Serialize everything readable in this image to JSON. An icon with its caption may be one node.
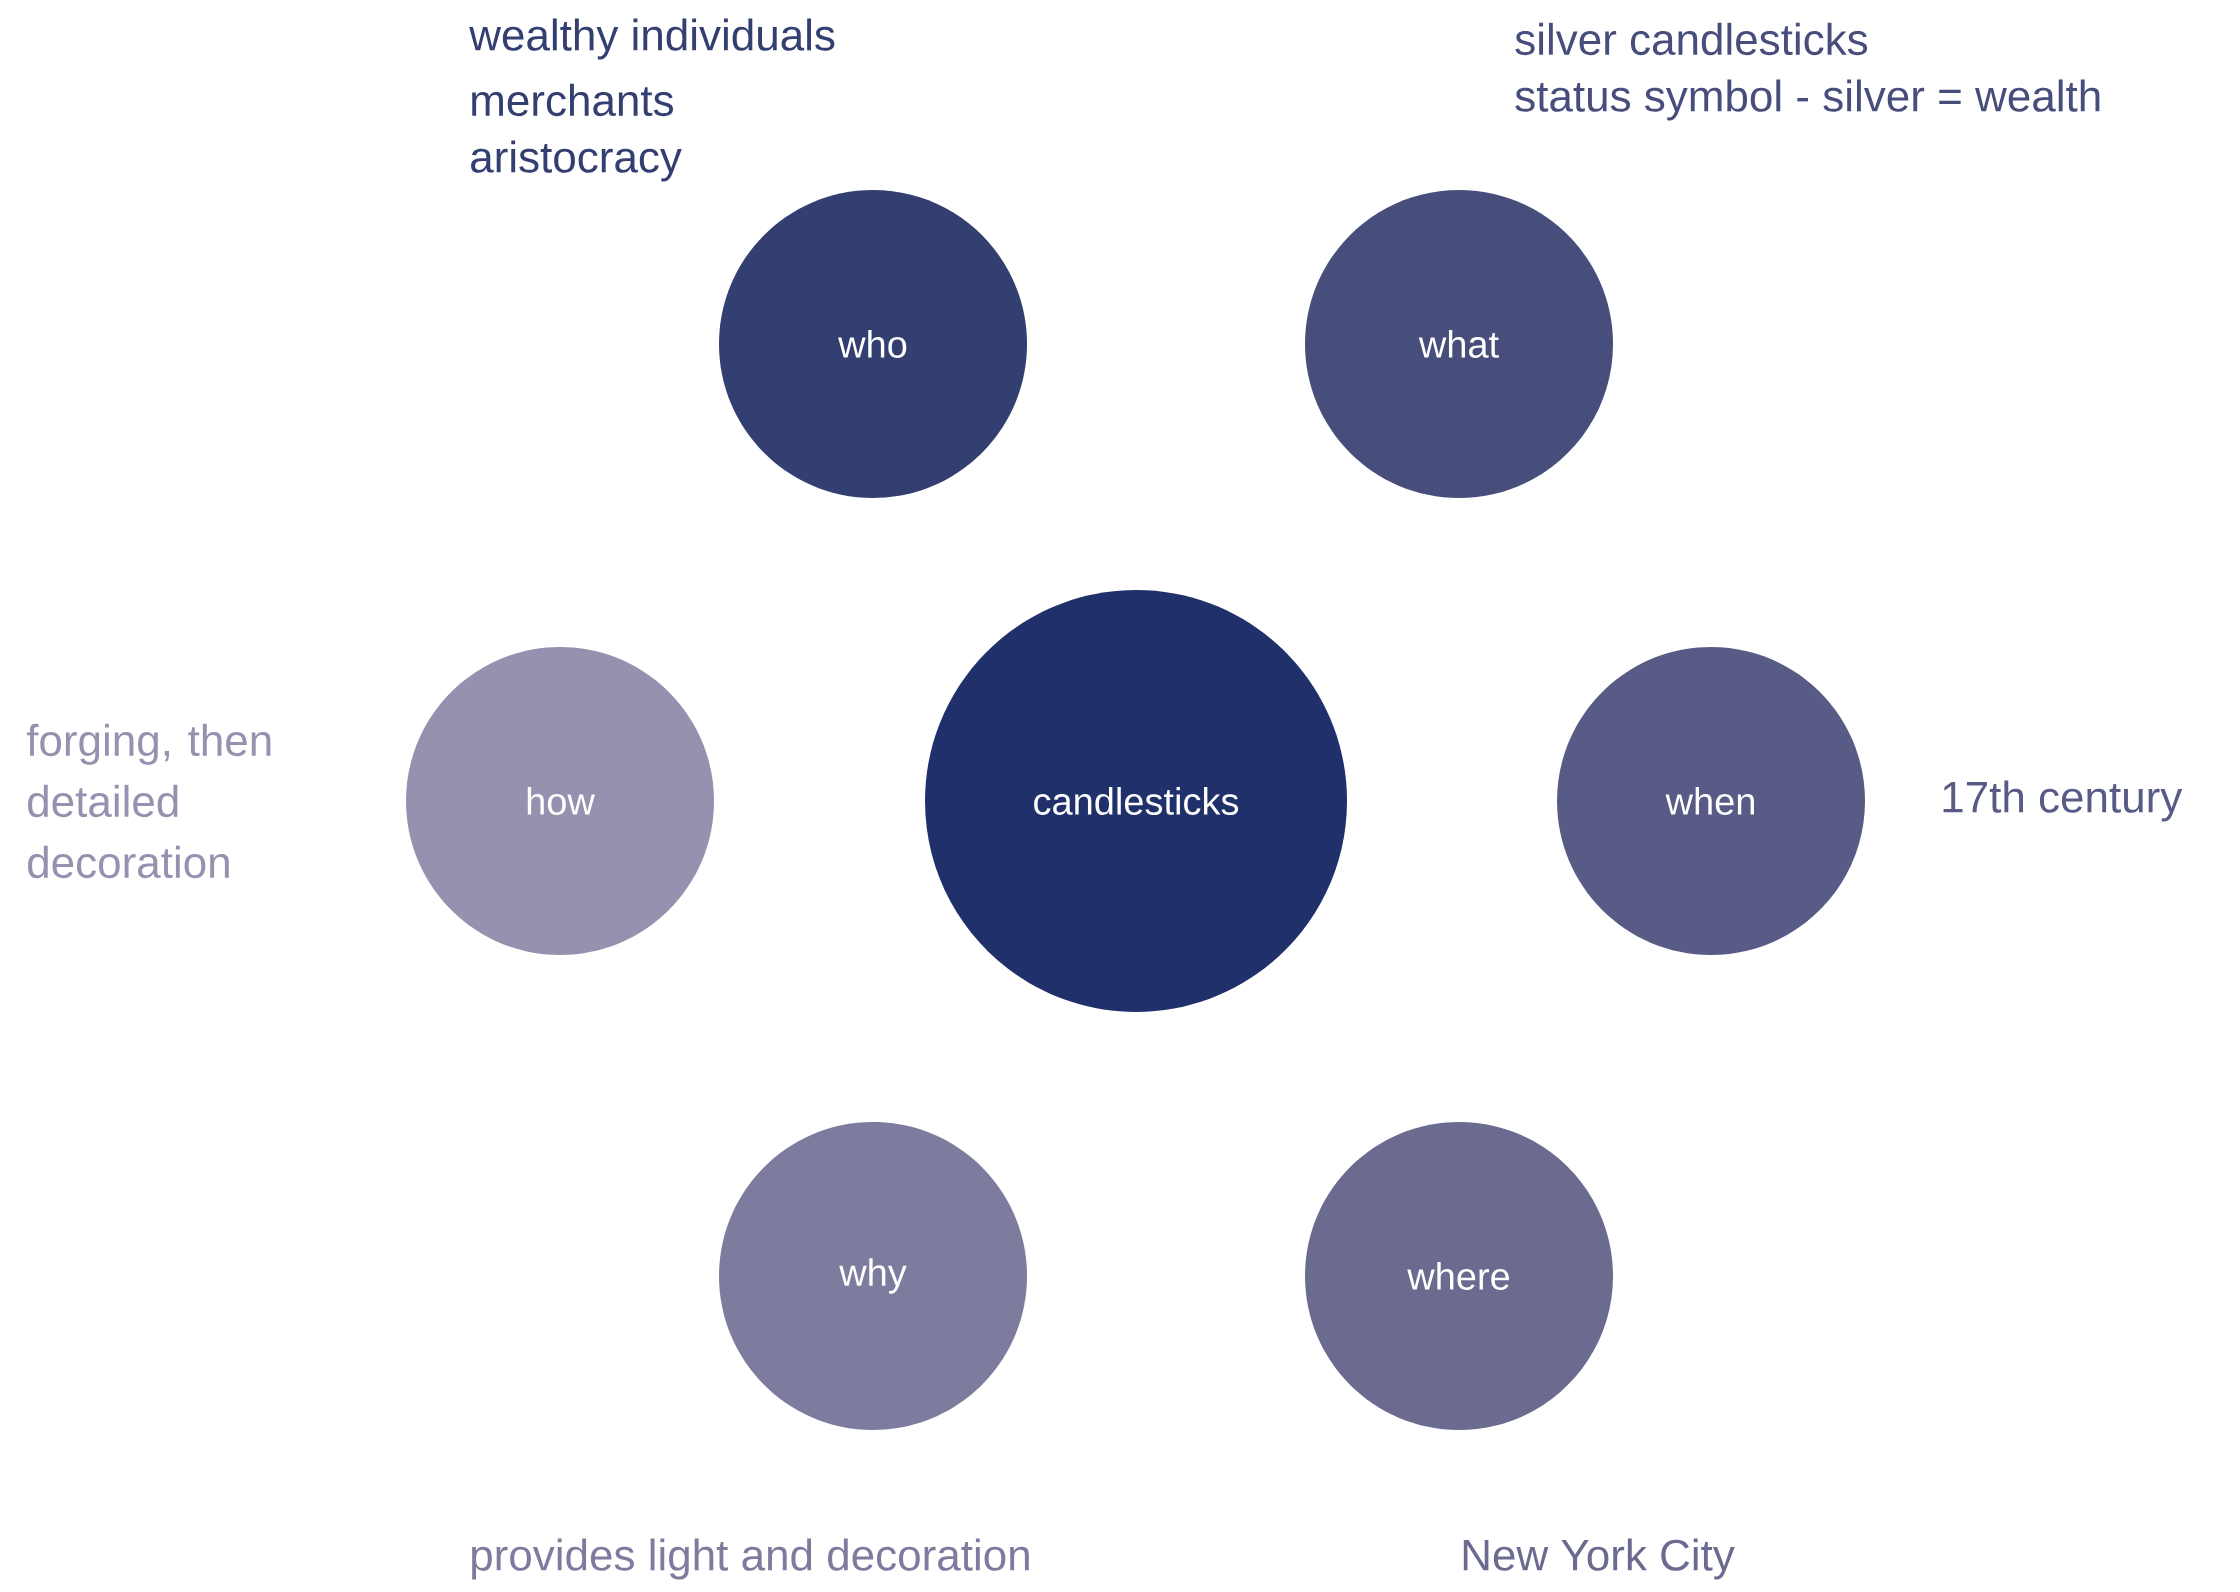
{
  "diagram": {
    "nodes": [
      {
        "text": [
          "who"
        ],
        "beside": [
          "wealthy individuals",
          "merchants",
          "aristocracy"
        ]
      },
      {
        "text": [
          "what"
        ],
        "beside": [
          "silver candlesticks",
          "status symbol - silver = wealth"
        ]
      },
      {
        "text": [
          "how"
        ]
      },
      {
        "text": [
          "candlesticks"
        ]
      },
      {
        "text": [
          "when"
        ],
        "beside": [
          "17th century"
        ]
      },
      {
        "text": [
          "why"
        ],
        "beside": [
          "provides light and decoration"
        ]
      },
      {
        "text": [
          "where"
        ],
        "beside": [
          "New York City"
        ]
      }
    ],
    "labels": [
      "forging, then detailed decoration"
    ]
  }
}
